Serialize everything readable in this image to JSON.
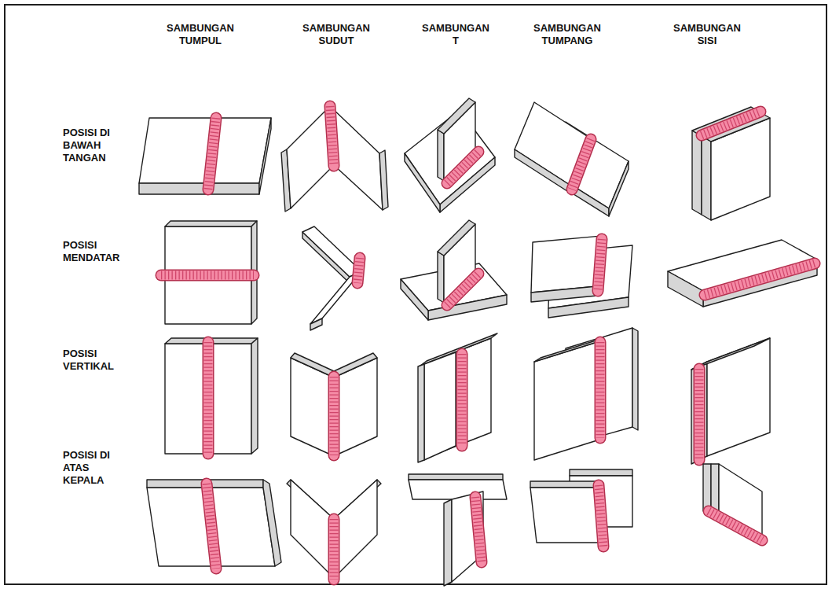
{
  "diagram": {
    "labels": [
      "SAMBUNGAN TUMPUL",
      "SAMBUNGAN SUDUT",
      "SAMBUNGAN T",
      "SAMBUNGAN TUMPANG",
      "SAMBUNGAN SISI",
      "POSISI DI BAWAH TANGAN",
      "POSISI MENDATAR",
      "POSISI VERTIKAL",
      "POSISI DI ATAS KEPALA"
    ]
  }
}
